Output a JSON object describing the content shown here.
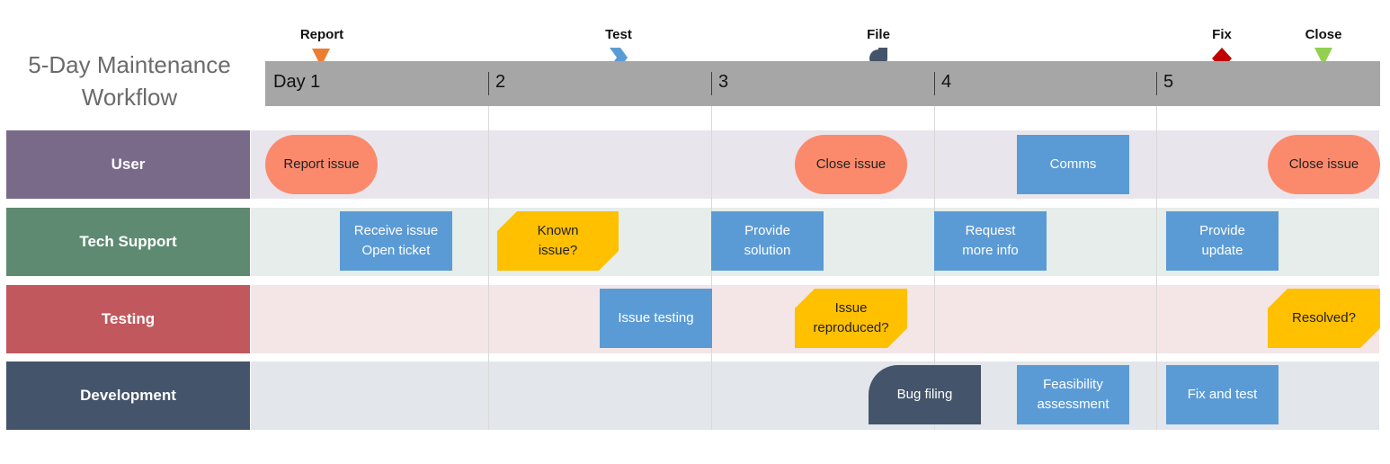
{
  "title_line1": "5-Day Maintenance",
  "title_line2": "Workflow",
  "days": [
    "Day 1",
    "2",
    "3",
    "4",
    "5"
  ],
  "milestones": [
    {
      "label": "Report",
      "shape": "down-triangle",
      "color": "#ed7d31"
    },
    {
      "label": "Test",
      "shape": "chevron",
      "color": "#5b9bd5"
    },
    {
      "label": "File",
      "shape": "drop",
      "color": "#44546a"
    },
    {
      "label": "Fix",
      "shape": "diamond",
      "color": "#c00000"
    },
    {
      "label": "Close",
      "shape": "down-triangle",
      "color": "#92d050"
    }
  ],
  "lanes": [
    {
      "label": "User",
      "color": "#7a6a8a",
      "bg": "#e9e5ec"
    },
    {
      "label": "Tech Support",
      "color": "#5f8a72",
      "bg": "#e6edea"
    },
    {
      "label": "Testing",
      "color": "#c0585d",
      "bg": "#f4e6e7"
    },
    {
      "label": "Development",
      "color": "#44546a",
      "bg": "#e3e6ea"
    }
  ],
  "tasks": {
    "user_report": "Report issue",
    "user_close1": "Close issue",
    "user_comms": "Comms",
    "user_close2": "Close issue",
    "ts_receive_1": "Receive issue",
    "ts_receive_2": "Open ticket",
    "ts_known_1": "Known",
    "ts_known_2": "issue?",
    "ts_provide_1": "Provide",
    "ts_provide_2": "solution",
    "ts_request_1": "Request",
    "ts_request_2": "more info",
    "ts_update_1": "Provide",
    "ts_update_2": "update",
    "test_issue": "Issue testing",
    "test_repro_1": "Issue",
    "test_repro_2": "reproduced?",
    "test_resolved": "Resolved?",
    "dev_bug": "Bug filing",
    "dev_feas_1": "Feasibility",
    "dev_feas_2": "assessment",
    "dev_fix": "Fix and test"
  }
}
